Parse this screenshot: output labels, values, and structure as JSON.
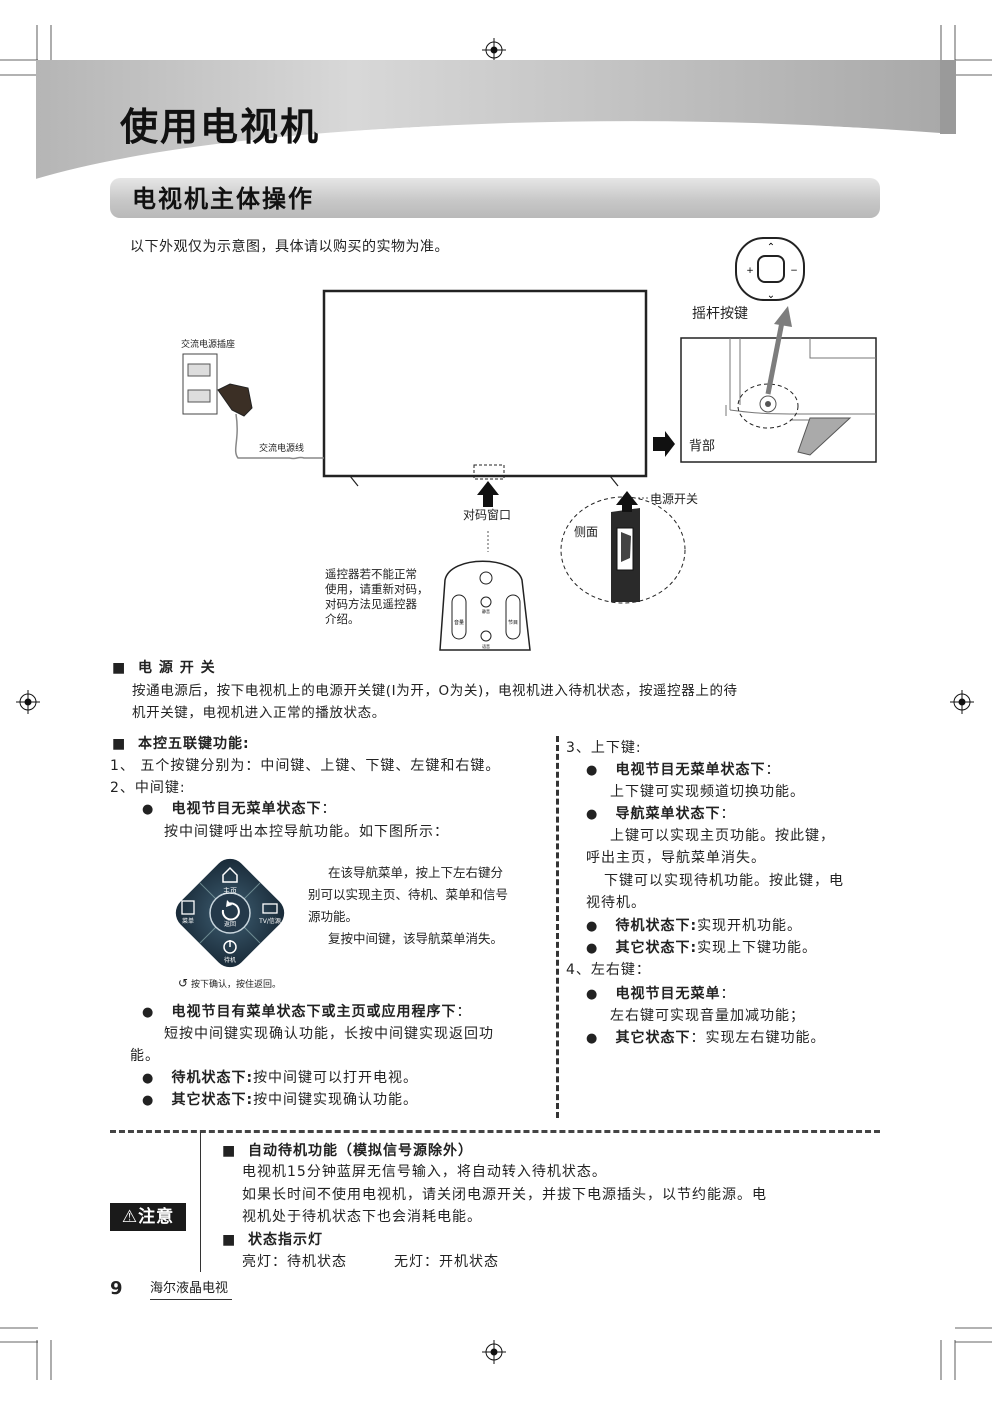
{
  "header": {
    "page_title": "使用电视机",
    "section_title": "电视机主体操作"
  },
  "intro": "以下外观仅为示意图，具体请以购买的实物为准。",
  "diagram": {
    "ac_socket": "交流电源插座",
    "ac_cord": "交流电源线",
    "joystick": "摇杆按键",
    "back": "背部",
    "ir_window": "对码窗口",
    "power_switch": "电源开关",
    "side": "侧面",
    "remote_note": [
      "遥控器若不能正常",
      "使用，请重新对码，",
      "对码方法见遥控器",
      "介绍。"
    ],
    "remote_labels": {
      "vol": "音量",
      "ch": "节目",
      "mute": "静音",
      "voice": "语音"
    }
  },
  "power_section": {
    "heading": "电 源 开 关",
    "line1": "按通电源后，按下电视机上的电源开关键(I为开，O为关)，电视机进入待机状态，按遥控器上的待",
    "line2": "机开关键，电视机进入正常的播放状态。"
  },
  "five_way": {
    "heading": "本控五联键功能:",
    "item1": "1、 五个按键分别为：中间键、上键、下键、左键和右键。",
    "item2": "2、中间键:",
    "b1_label": "电视节目无菜单状态下",
    "b1_colon": "：",
    "b1_text": "按中间键呼出本控导航功能。如下图所示：",
    "nav_desc": [
      "在该导航菜单，按上下左右键分",
      "别可以实现主页、待机、菜单和信号",
      "源功能。",
      "复按中间键，该导航菜单消失。"
    ],
    "nav_labels": {
      "home": "主页",
      "menu": "菜单",
      "back": "返回",
      "source": "TV/信源",
      "standby": "待机"
    },
    "nav_caption": "按下确认，按住返回。",
    "b2_label": "电视节目有菜单状态下或主页或应用程序下",
    "b2_colon": "：",
    "b2_text1": "短按中间键实现确认功能，长按中间键实现返回功",
    "b2_text2": "能。",
    "b3_label": "待机状态下:",
    "b3_text": "按中间键可以打开电视。",
    "b4_label": "其它状态下:",
    "b4_text": "按中间键实现确认功能。"
  },
  "right_col": {
    "item3": "3、上下键:",
    "r1_label": "电视节目无菜单状态下",
    "r1_colon": "：",
    "r1_text": "上下键可实现频道切换功能。",
    "r2_label": "导航菜单状态下",
    "r2_colon": "：",
    "r2_text1": "上键可以实现主页功能。按此键，",
    "r2_text2": "呼出主页，导航菜单消失。",
    "r2_text3": "下键可以实现待机功能。按此键，电",
    "r2_text4": "视待机。",
    "r3_label": "待机状态下:",
    "r3_text": "实现开机功能。",
    "r4_label": "其它状态下:",
    "r4_text": "实现上下键功能。",
    "item4": "4、左右键：",
    "r5_label": "电视节目无菜单",
    "r5_colon": "：",
    "r5_text": "左右键可实现音量加减功能；",
    "r6_label": "其它状态下",
    "r6_text": "：实现左右键功能。"
  },
  "notice": {
    "badge": "注意",
    "h1": "自动待机功能（模拟信号源除外）",
    "l1": "电视机15分钟蓝屏无信号输入，将自动转入待机状态。",
    "l2": "如果长时间不使用电视机，请关闭电源开关，并拔下电源插头，以节约能源。电",
    "l3": "视机处于待机状态下也会消耗电能。",
    "h2": "状态指示灯",
    "l4": "亮灯：待机状态",
    "l5": "无灯：开机状态"
  },
  "footer": {
    "page_number": "9",
    "brand": "海尔液晶电视"
  }
}
